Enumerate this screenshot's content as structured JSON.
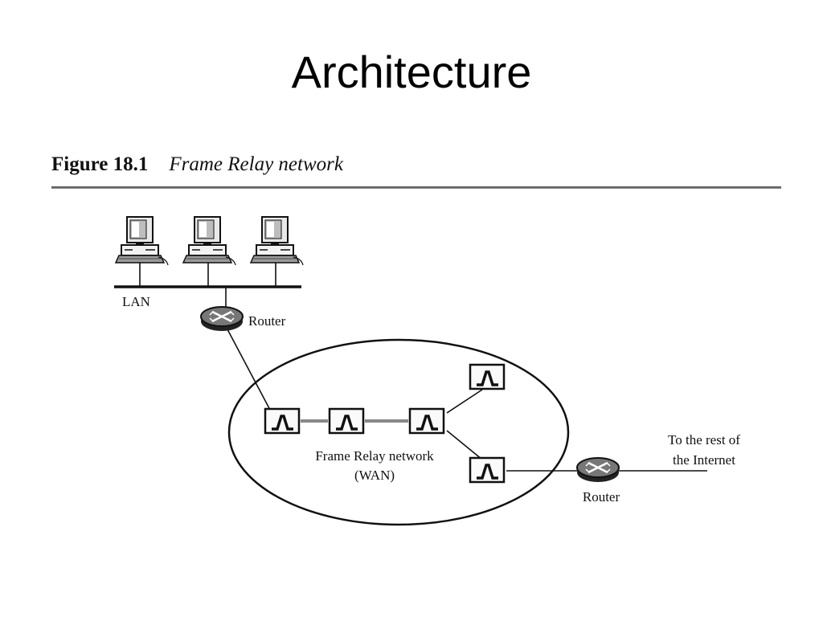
{
  "slide": {
    "title": "Architecture"
  },
  "figure": {
    "number": "Figure 18.1",
    "name": "Frame Relay network"
  },
  "diagram": {
    "labels": {
      "lan": "LAN",
      "router_lan": "Router",
      "network_line1": "Frame Relay network",
      "network_line2": "(WAN)",
      "router_internet": "Router",
      "internet_line1": "To the rest of",
      "internet_line2": "the Internet"
    },
    "nodes": [
      {
        "id": "pc-1",
        "type": "computer"
      },
      {
        "id": "pc-2",
        "type": "computer"
      },
      {
        "id": "pc-3",
        "type": "computer"
      },
      {
        "id": "router-lan",
        "type": "router"
      },
      {
        "id": "switch-1",
        "type": "frame-relay-switch"
      },
      {
        "id": "switch-2",
        "type": "frame-relay-switch"
      },
      {
        "id": "switch-3",
        "type": "frame-relay-switch"
      },
      {
        "id": "switch-4",
        "type": "frame-relay-switch"
      },
      {
        "id": "switch-5",
        "type": "frame-relay-switch"
      },
      {
        "id": "router-internet",
        "type": "router"
      }
    ],
    "links": [
      [
        "pc-1",
        "lan-bus"
      ],
      [
        "pc-2",
        "lan-bus"
      ],
      [
        "pc-3",
        "lan-bus"
      ],
      [
        "lan-bus",
        "router-lan"
      ],
      [
        "router-lan",
        "switch-1"
      ],
      [
        "switch-1",
        "switch-2"
      ],
      [
        "switch-2",
        "switch-3"
      ],
      [
        "switch-3",
        "switch-4"
      ],
      [
        "switch-3",
        "switch-5"
      ],
      [
        "switch-5",
        "router-internet"
      ],
      [
        "router-internet",
        "internet"
      ]
    ]
  }
}
